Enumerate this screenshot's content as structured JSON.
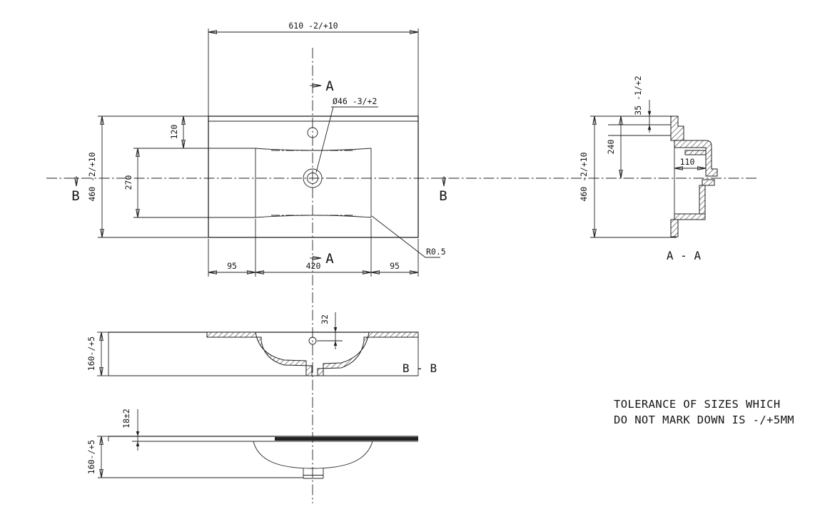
{
  "plan": {
    "width_dim": "610 -2/+10",
    "height_dim": "460 -2/+10",
    "rear_rail_dim": "120",
    "bowl_length_dim": "270",
    "left_offset_dim": "95",
    "bowl_width_dim": "420",
    "right_offset_dim": "95",
    "tap_hole_dim": "Ø46 -3/+2",
    "radius_dim": "R0.5",
    "section_a_label": "A",
    "section_b_label": "B"
  },
  "section_aa": {
    "label": "A - A",
    "height_dim": "460 -2/+10",
    "upstand_dim": "35 -1/+2",
    "bowl_back_dim": "240",
    "bowl_depth_dim": "110"
  },
  "section_bb": {
    "label": "B - B",
    "height_dim": "160-/+5",
    "tap_offset_dim": "32"
  },
  "front_view": {
    "height_dim": "160-/+5",
    "edge_thickness_dim": "18±2"
  },
  "note": {
    "line1": "TOLERANCE OF SIZES WHICH",
    "line2": "DO NOT MARK DOWN IS -/+5MM"
  }
}
